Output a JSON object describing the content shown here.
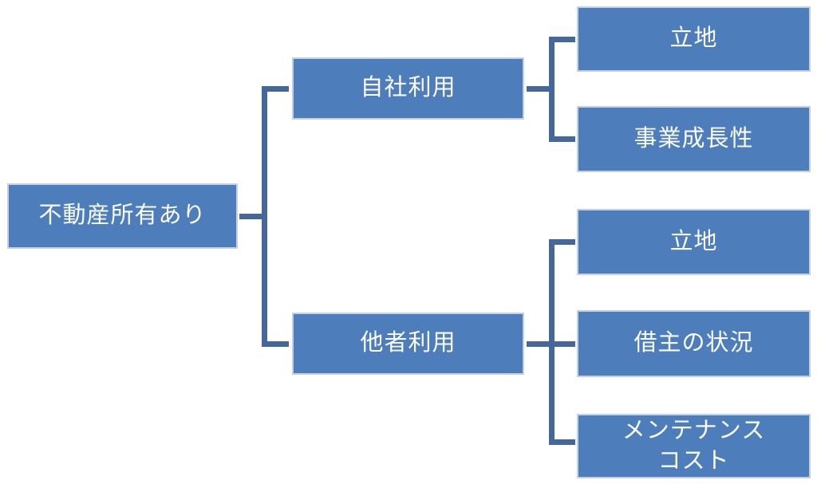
{
  "colors": {
    "box_fill": "#4E7DBB",
    "box_border": "#C2CFE4",
    "connector": "#44689C",
    "text": "#FBFCFE",
    "background": "#FFFFFF"
  },
  "tree": {
    "root": {
      "label": "不動産所有あり"
    },
    "branches": [
      {
        "label": "自社利用",
        "children": [
          {
            "label": "立地"
          },
          {
            "label": "事業成長性"
          }
        ]
      },
      {
        "label": "他者利用",
        "children": [
          {
            "label": "立地"
          },
          {
            "label": "借主の状況"
          },
          {
            "label": "メンテナンス\nコスト"
          }
        ]
      }
    ]
  }
}
